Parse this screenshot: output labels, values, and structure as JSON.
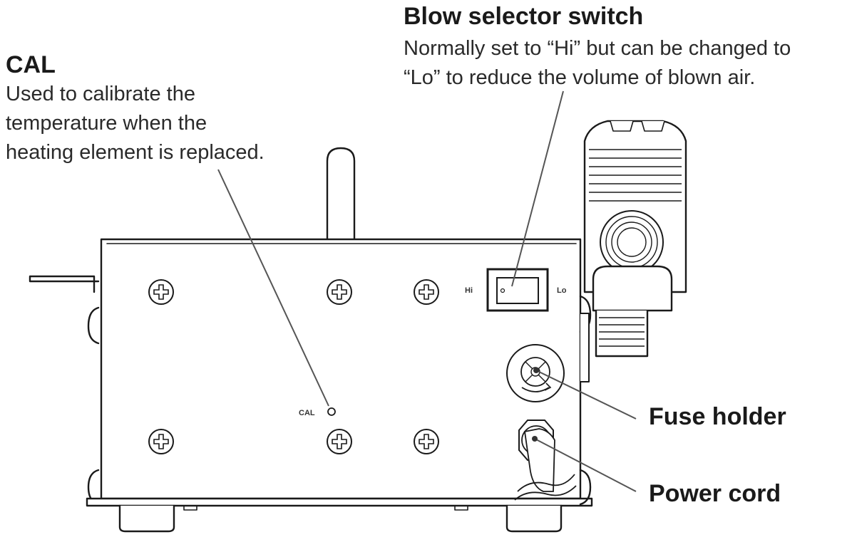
{
  "callouts": {
    "cal": {
      "title": "CAL",
      "lines": [
        "Used to calibrate the",
        "temperature when the",
        "heating element is replaced."
      ]
    },
    "blow": {
      "title": "Blow selector switch",
      "lines": [
        "Normally set to “Hi” but can be changed to",
        "“Lo” to reduce the volume of blown air."
      ]
    },
    "fuse": {
      "title": "Fuse holder"
    },
    "power": {
      "title": "Power cord"
    }
  },
  "panel": {
    "hi_label": "Hi",
    "lo_label": "Lo",
    "cal_label": "CAL"
  },
  "icons": {
    "screw": "screw-icon",
    "fuse": "fuse-holder-icon",
    "switch": "rocker-switch-icon"
  }
}
